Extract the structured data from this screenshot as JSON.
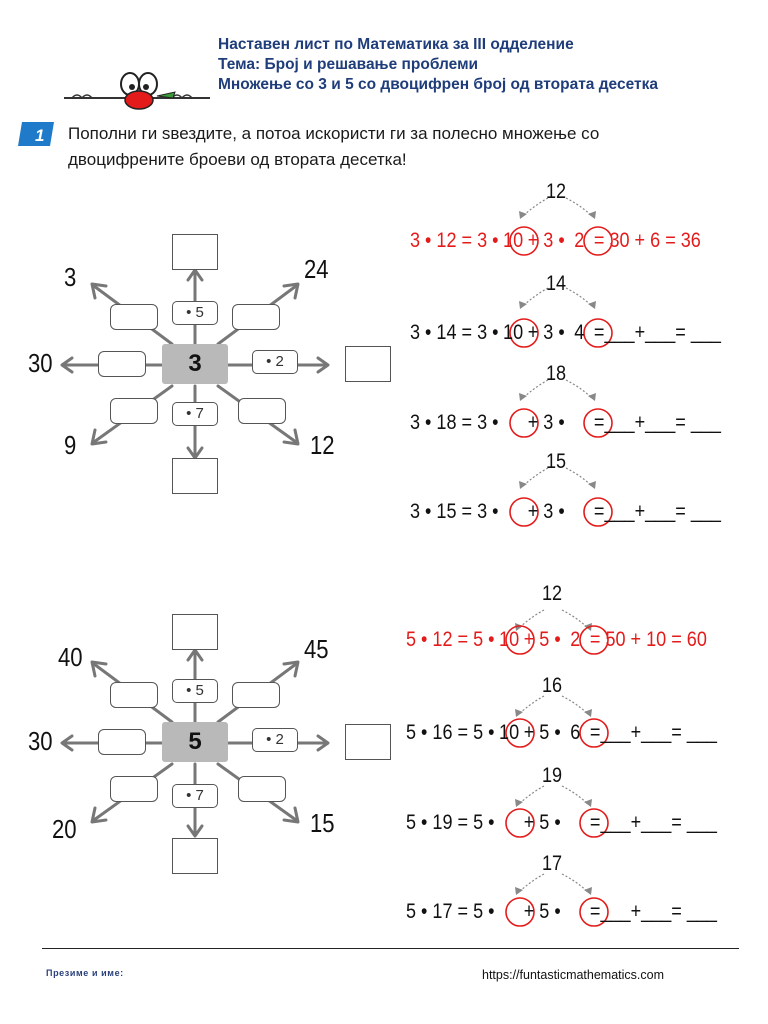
{
  "header": {
    "line1": "Наставен лист по Математика за III одделение",
    "line2": "Тема: Број и решавање проблеми",
    "line3": "Множење со 3 и 5 со двоцифрен број од втората десетка"
  },
  "task": {
    "number": "1",
    "instruction_line1": "Пополни ги ѕвездите, а потоа искористи ги за полесно множење со",
    "instruction_line2": "двоцифрените броеви од втората десетка!"
  },
  "star1": {
    "center": "3",
    "op_top": "• 5",
    "op_right": "• 2",
    "op_bottom": "• 7",
    "corner_tl": "3",
    "corner_tr": "24",
    "corner_l": "30",
    "corner_bl": "9",
    "corner_br": "12"
  },
  "star2": {
    "center": "5",
    "op_top": "• 5",
    "op_right": "• 2",
    "op_bottom": "• 7",
    "corner_tl": "40",
    "corner_tr": "45",
    "corner_l": "30",
    "corner_bl": "20",
    "corner_br": "15"
  },
  "equations1": [
    {
      "top": "12",
      "a": "3 • 12 = 3 •",
      "t": "10",
      "b": "+ 3 •",
      "u": "2",
      "c": "= 30 + 6 = 36"
    },
    {
      "top": "14",
      "a": "3 • 14 = 3 •",
      "t": "10",
      "b": "+ 3 •",
      "u": "4",
      "c": "=___+___= ___"
    },
    {
      "top": "18",
      "a": "3 • 18 = 3 •",
      "t": "",
      "b": "+ 3 •",
      "u": "",
      "c": "=___+___= ___"
    },
    {
      "top": "15",
      "a": "3 • 15 = 3 •",
      "t": "",
      "b": "+ 3 •",
      "u": "",
      "c": "=___+___= ___"
    }
  ],
  "equations2": [
    {
      "top": "12",
      "a": "5 • 12 = 5 •",
      "t": "10",
      "b": "+ 5 •",
      "u": "2",
      "c": "= 50 + 10 = 60"
    },
    {
      "top": "16",
      "a": "5 • 16 = 5 •",
      "t": "10",
      "b": "+ 5 •",
      "u": "6",
      "c": "=___+___= ___"
    },
    {
      "top": "19",
      "a": "5 • 19 = 5 •",
      "t": "",
      "b": "+ 5 •",
      "u": "",
      "c": "=___+___= ___"
    },
    {
      "top": "17",
      "a": "5 • 17 = 5 •",
      "t": "",
      "b": "+ 5 •",
      "u": "",
      "c": "=___+___= ___"
    }
  ],
  "footer": {
    "name_label": "Презиме и име:",
    "url": "https://funtasticmathematics.com"
  },
  "colors": {
    "title": "#1f3d7a",
    "red": "#e31b1b",
    "arrow": "#777777",
    "center_fill": "#b9b9b9"
  }
}
